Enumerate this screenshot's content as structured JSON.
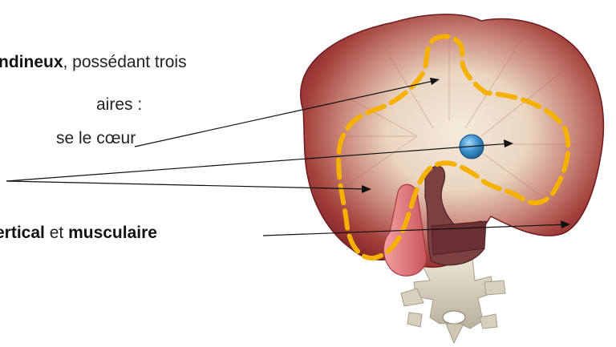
{
  "text": {
    "line1_bold": "ndineux",
    "line1_rest": ", possédant trois",
    "line2": "aires :",
    "line3": "se le cœur",
    "line4_bold1": "ertical",
    "line4_mid": " et ",
    "line4_bold2": "musculaire"
  },
  "colors": {
    "muscle_dark": "#8a2326",
    "muscle_mid": "#b2564f",
    "tendon_center": "#f1e4d2",
    "outline_dashed": "#f5b000",
    "pointer_line": "#111111",
    "blue_vessel": "#3f93cf",
    "bone": "#dcd5c4",
    "esophagus": "#7c4042",
    "aorta": "#e6787a"
  }
}
